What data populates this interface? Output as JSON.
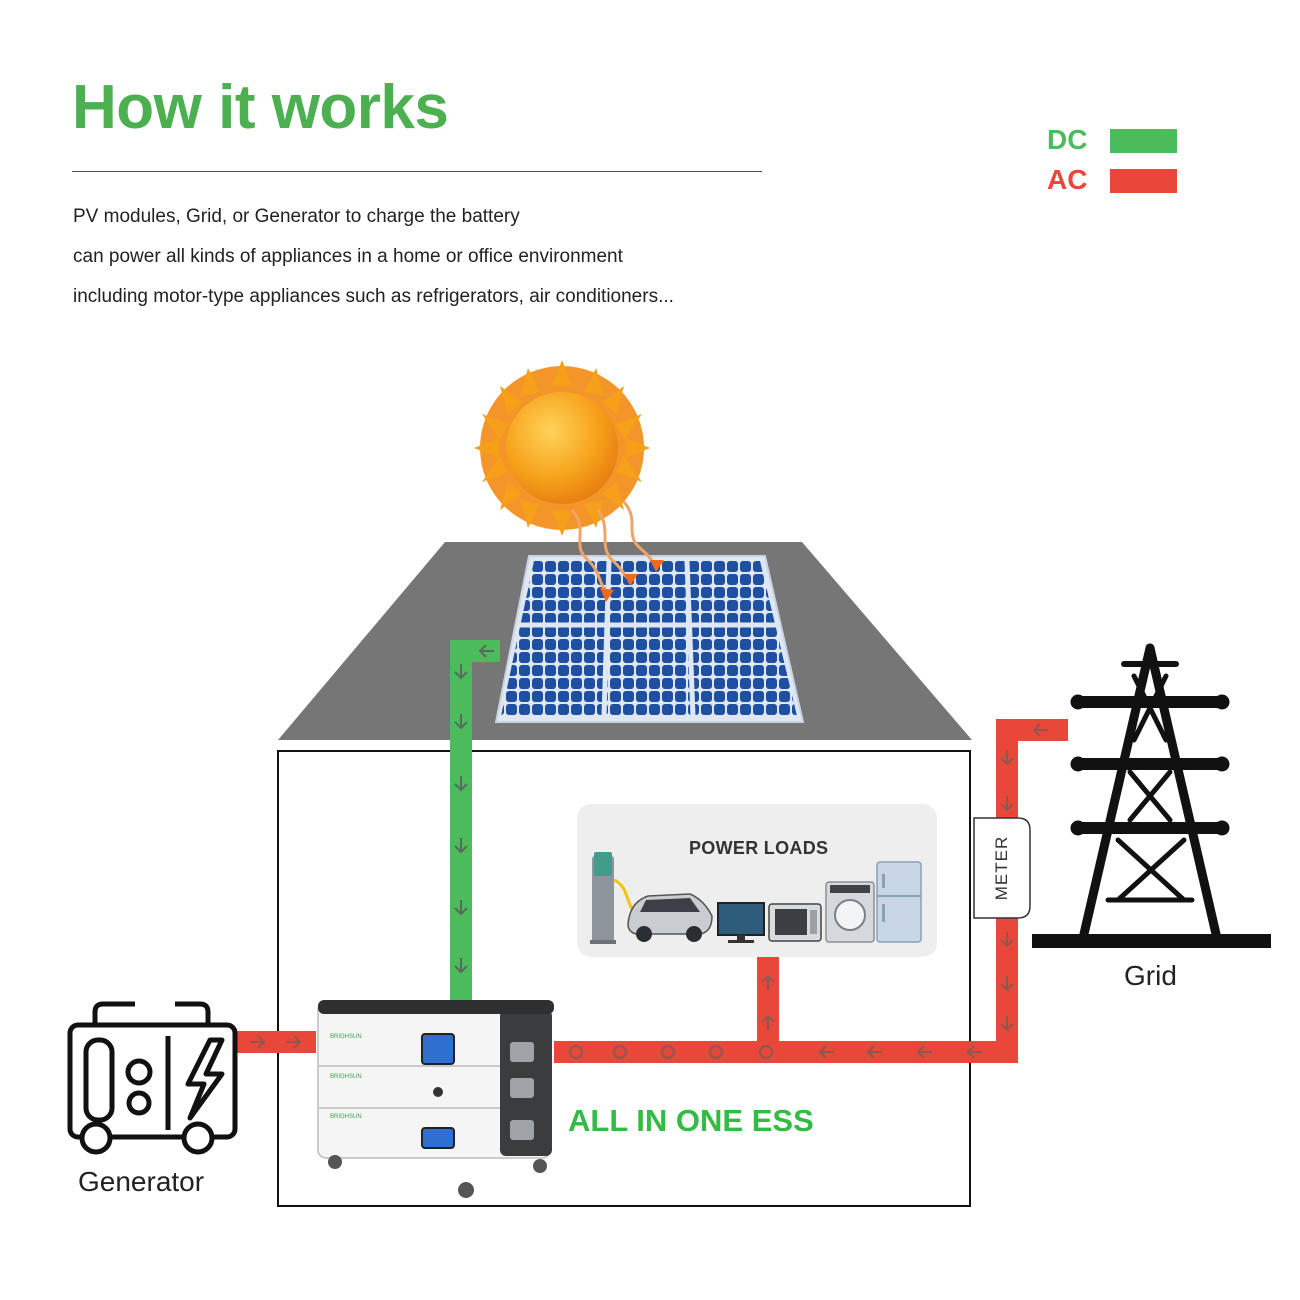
{
  "header": {
    "title": "How it works",
    "description": [
      "PV modules, Grid, or Generator to charge the battery",
      "can power all kinds of appliances in a home or office environment",
      "including motor-type appliances such as refrigerators, air conditioners..."
    ]
  },
  "legend": [
    {
      "label": "DC",
      "color": "#4cbb5c"
    },
    {
      "label": "AC",
      "color": "#e8473a"
    }
  ],
  "nodes": {
    "generator": "Generator",
    "grid": "Grid",
    "ess": "ALL IN ONE ESS",
    "loads": "POWER LOADS",
    "meter": "METER",
    "battery_brand": "BRIGHSUN"
  },
  "colors": {
    "dc": "#4cbb5c",
    "ac": "#e8473a",
    "roof": "#767676",
    "panel": "#1f4fa0",
    "sun": "#f7a21b"
  }
}
